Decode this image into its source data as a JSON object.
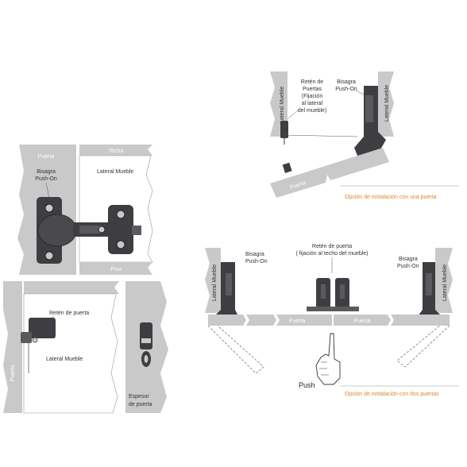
{
  "colors": {
    "panel": "#c9c9c9",
    "panel_dark": "#a9a9a9",
    "hinge": "#3e3e42",
    "hinge_light": "#5a5a5e",
    "line": "#555555",
    "accent": "#e8832a"
  },
  "tl": {
    "puerta": "Puerta",
    "techo": "Techo",
    "bisagra_1": "Bisagra",
    "bisagra_2": "Push-On",
    "lateral": "Lateral Mueble",
    "piso": "Piso"
  },
  "bl": {
    "reten": "Retén de puerta",
    "lateral": "Lateral Mueble",
    "puerta": "Puerta"
  },
  "bm": {
    "espesor_1": "Espesor",
    "espesor_2": "de puerta"
  },
  "tr": {
    "lateral_left": "Lateral Mueble",
    "lateral_right": "Lateral Mueble",
    "reten_1": "Retén de",
    "reten_2": "Puertas",
    "reten_3": "(Fijación",
    "reten_4": "al lateral",
    "reten_5": "del mueble)",
    "bisagra_1": "Bisagra",
    "bisagra_2": "Push-On",
    "puerta": "Puerta",
    "option": "Opción de instalación con una puerta"
  },
  "br": {
    "lateral_left": "Lateral Mueble",
    "lateral_right": "Lateral Mueble",
    "bisagra_left_1": "Bisagra",
    "bisagra_left_2": "Push-On",
    "reten_1": "Retén de puerta",
    "reten_2": "( fijación al techo del mueble)",
    "bisagra_right_1": "Bisagra",
    "bisagra_right_2": "Push-On",
    "puerta_left": "Puerta",
    "puerta_right": "Puerta",
    "push": "Push",
    "option": "Opción de instalación con dos puertas"
  }
}
